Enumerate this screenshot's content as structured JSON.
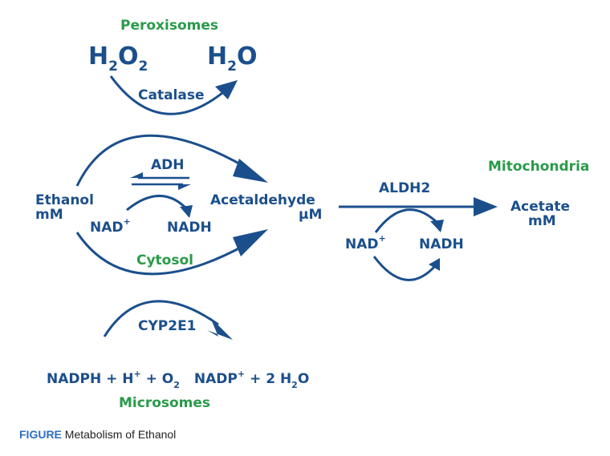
{
  "compartments": {
    "peroxisomes": "Peroxisomes",
    "mitochondria": "Mitochondria",
    "cytosol": "Cytosol",
    "microsomes": "Microsomes"
  },
  "molecules": {
    "h2o2_main": "H",
    "h2o2_sub1": "2",
    "h2o2_o": "O",
    "h2o2_sub2": "2",
    "h2o_main": "H",
    "h2o_sub": "2",
    "h2o_o": "O",
    "ethanol": "Ethanol",
    "ethanol_unit": "mM",
    "acetaldehyde": "Acetaldehyde",
    "acetaldehyde_unit": "μM",
    "acetate": "Acetate",
    "acetate_unit": "mM",
    "nad_cytosol": "NAD",
    "nad_cytosol_sup": "+",
    "nadh_cytosol": "NADH",
    "nad_mito": "NAD",
    "nad_mito_sup": "+",
    "nadh_mito": "NADH"
  },
  "enzymes": {
    "catalase": "Catalase",
    "adh": "ADH",
    "aldh2": "ALDH2",
    "cyp2e1": "CYP2E1"
  },
  "microsome_reaction": {
    "nadph": "NADPH + H",
    "h_sup": "+",
    "plus_o": " + O",
    "o_sub": "2",
    "nadp": "NADP",
    "nadp_sup": "+",
    "plus_h2o": " + 2 H",
    "h2o_sub": "2",
    "h2o_o": "O"
  },
  "caption": {
    "label": "FIGURE",
    "text": " Metabolism of Ethanol"
  },
  "colors": {
    "navy": "#1b4f8c",
    "green": "#2a9a4a",
    "caption_label": "#2d6fc4"
  }
}
